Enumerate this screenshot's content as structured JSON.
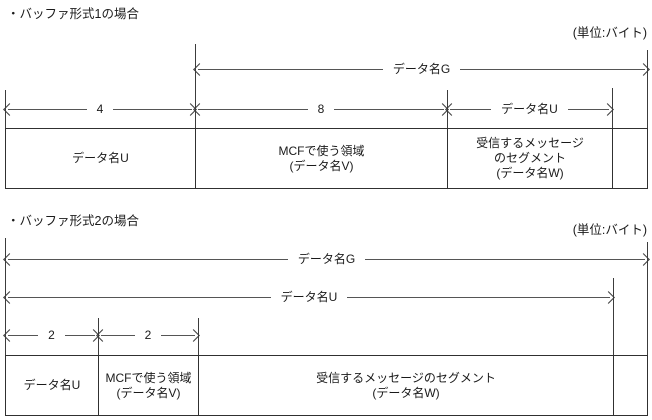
{
  "page": {
    "background": "#ffffff",
    "line_color": "#3c3c3c",
    "text_color": "#1a1a1a"
  },
  "sections": [
    {
      "title": "・バッファ形式1の場合",
      "unit_note": "(単位:バイト)",
      "arrow_g": "データ名G",
      "arrow_u": "データ名U",
      "len_a": "4",
      "len_b": "8",
      "cells": [
        "データ名U",
        "MCFで使う領域\n(データ名V)",
        "受信するメッセージ\nのセグメント\n(データ名W)",
        ""
      ]
    },
    {
      "title": "・バッファ形式2の場合",
      "unit_note": "(単位:バイト)",
      "arrow_g": "データ名G",
      "arrow_u": "データ名U",
      "len_a": "2",
      "len_b": "2",
      "cells": [
        "データ名U",
        "MCFで使う領域\n(データ名V)",
        "受信するメッセージのセグメント\n(データ名W)",
        ""
      ]
    }
  ]
}
